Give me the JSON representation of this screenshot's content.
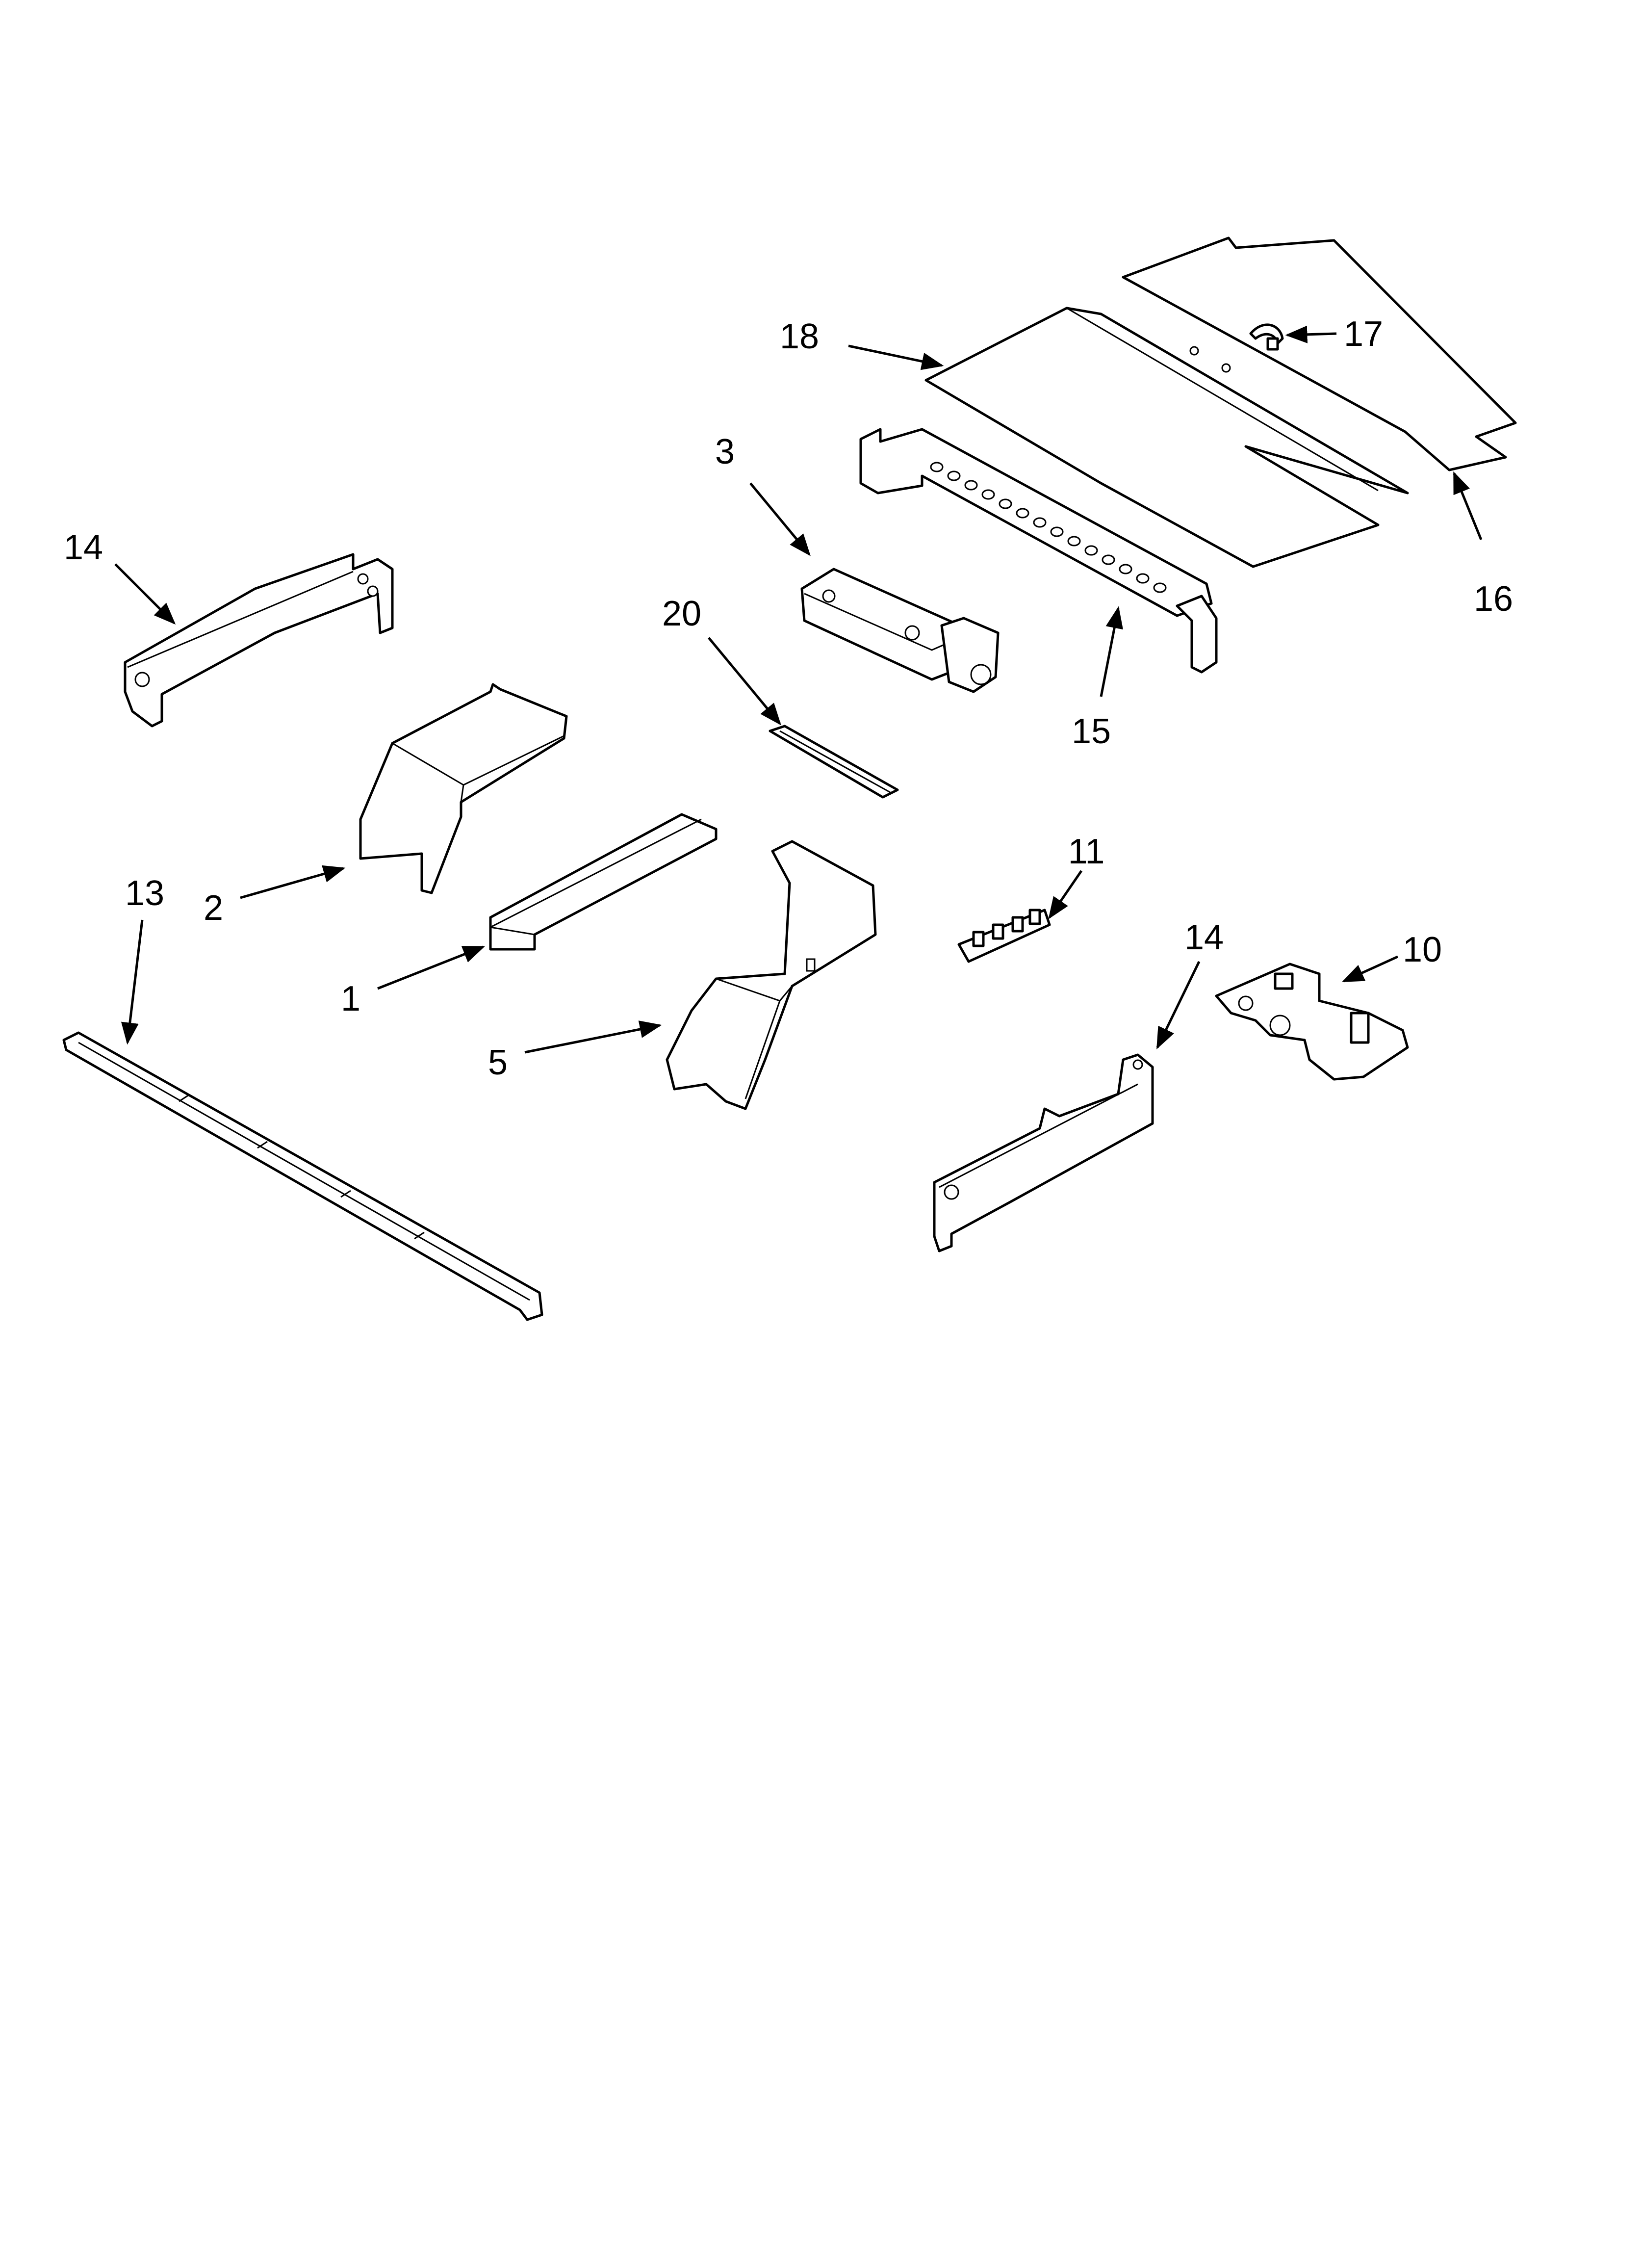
{
  "diagram": {
    "callouts": [
      {
        "id": "c18",
        "label": "18"
      },
      {
        "id": "c17",
        "label": "17"
      },
      {
        "id": "c16",
        "label": "16"
      },
      {
        "id": "c3",
        "label": "3"
      },
      {
        "id": "c14a",
        "label": "14"
      },
      {
        "id": "c20",
        "label": "20"
      },
      {
        "id": "c15",
        "label": "15"
      },
      {
        "id": "c2",
        "label": "2"
      },
      {
        "id": "c13",
        "label": "13"
      },
      {
        "id": "c11",
        "label": "11"
      },
      {
        "id": "c14b",
        "label": "14"
      },
      {
        "id": "c10",
        "label": "10"
      },
      {
        "id": "c1",
        "label": "1"
      },
      {
        "id": "c5",
        "label": "5"
      }
    ],
    "parts": [
      {
        "id": "p16",
        "name": "top-panel-rear"
      },
      {
        "id": "p18",
        "name": "top-panel-front"
      },
      {
        "id": "p17",
        "name": "clip"
      },
      {
        "id": "p15",
        "name": "vented-channel"
      },
      {
        "id": "p3",
        "name": "latch-assembly"
      },
      {
        "id": "p14a",
        "name": "side-bracket-left"
      },
      {
        "id": "p20",
        "name": "strip"
      },
      {
        "id": "p2",
        "name": "duct"
      },
      {
        "id": "p1",
        "name": "channel-plate"
      },
      {
        "id": "p5",
        "name": "trough"
      },
      {
        "id": "p11",
        "name": "terminal-block"
      },
      {
        "id": "p14b",
        "name": "side-bracket-right"
      },
      {
        "id": "p10",
        "name": "board"
      },
      {
        "id": "p13",
        "name": "trim-rail"
      }
    ]
  }
}
